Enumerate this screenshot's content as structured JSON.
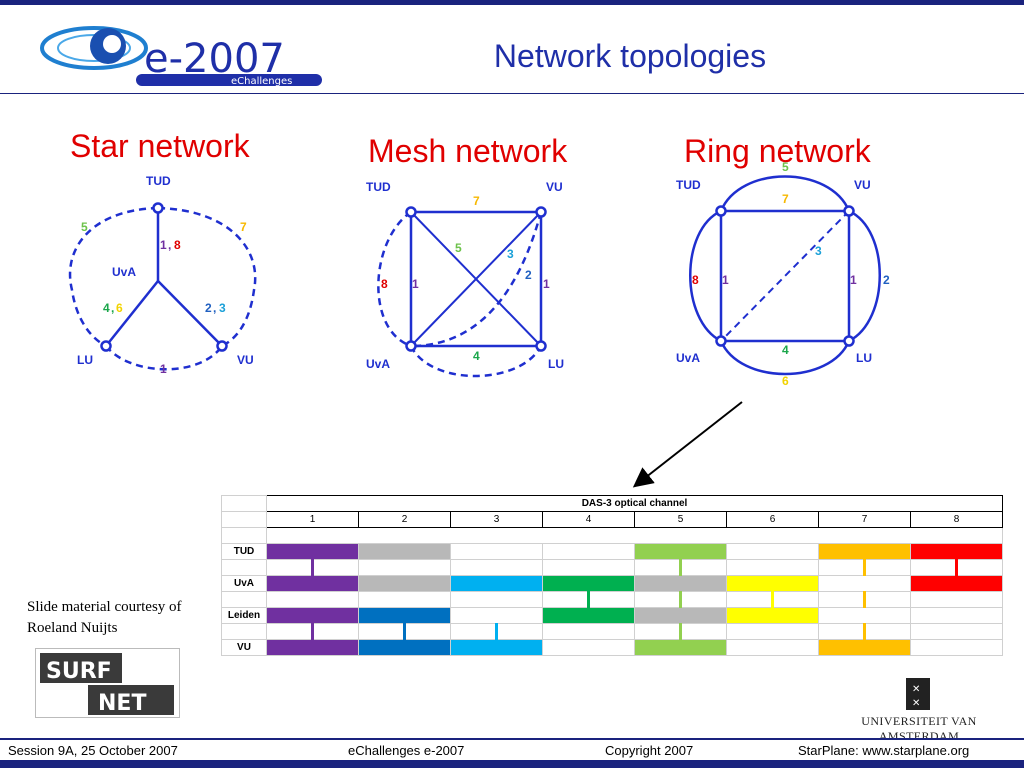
{
  "slide": {
    "title": "Network topologies",
    "logo_text": "e-2007",
    "logo_subtext": "eChallenges"
  },
  "panels": {
    "star": {
      "title": "Star network",
      "nodes": {
        "top": "TUD",
        "center": "UvA",
        "left": "LU",
        "right": "VU"
      },
      "labels": {
        "tl": "5",
        "tr": "7",
        "top_a": "1",
        "top_comma": ",",
        "top_b": "8",
        "left_a": "4",
        "left_comma": ",",
        "left_b": "6",
        "right_a": "2",
        "right_comma": ",",
        "right_b": "3",
        "bottom": "1"
      }
    },
    "mesh": {
      "title": "Mesh network",
      "nodes": {
        "tl": "TUD",
        "tr": "VU",
        "bl": "UvA",
        "br": "LU"
      },
      "labels": {
        "top": "7",
        "diag_a": "5",
        "diag_b": "3",
        "diag_c": "2",
        "left_out": "8",
        "left_in": "1",
        "right": "1",
        "bottom": "4"
      }
    },
    "ring": {
      "title": "Ring network",
      "nodes": {
        "tl": "TUD",
        "tr": "VU",
        "bl": "UvA",
        "br": "LU"
      },
      "labels": {
        "top_out": "5",
        "top_in": "7",
        "diag": "3",
        "left_out": "8",
        "left_in": "1",
        "right_in": "1",
        "right_out": "2",
        "bottom_in": "4",
        "bottom_out": "6"
      }
    }
  },
  "table": {
    "title": "DAS-3 optical channel",
    "channels": [
      "1",
      "2",
      "3",
      "4",
      "5",
      "6",
      "7",
      "8"
    ],
    "rows": [
      "TUD",
      "UvA",
      "Leiden",
      "VU"
    ]
  },
  "credit": {
    "line1": "Slide material courtesy of",
    "line2": "Roeland Nuijts"
  },
  "surfnet": {
    "top": "SURF",
    "bottom": "NET"
  },
  "uva": {
    "name": "UNIVERSITEIT VAN AMSTERDAM"
  },
  "footer": {
    "session": "Session 9A, 25 October 2007",
    "event": "eChallenges e-2007",
    "copyright": "Copyright 2007",
    "site": "StarPlane: www.starplane.org"
  },
  "colors": {
    "link": "#1f2fcf",
    "red": "#e00000",
    "green": "#1aa64a",
    "cyan": "#1aa0d8",
    "yellow": "#f2d300",
    "purple": "#7030a0",
    "orange": "#f79a00",
    "lightgreen": "#6cc24a"
  }
}
